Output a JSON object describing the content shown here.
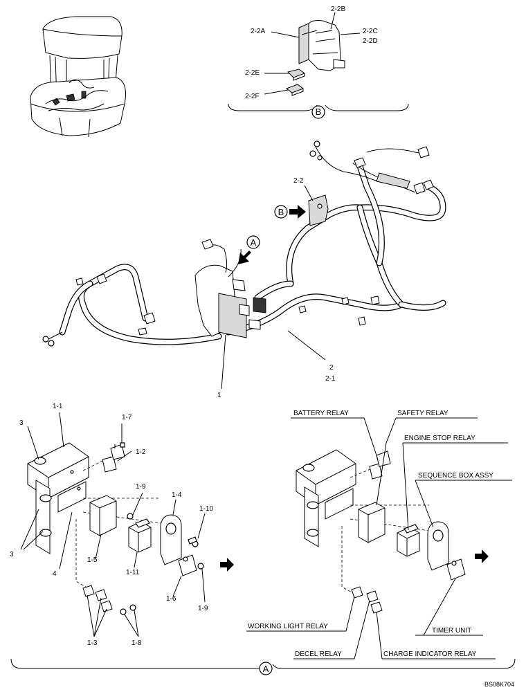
{
  "drawing_code": "BS08K704",
  "views": {
    "a": "A",
    "b": "B"
  },
  "callouts": {
    "c2_2": "2-2",
    "c2_2A": "2-2A",
    "c2_2B": "2-2B",
    "c2_2C": "2-2C",
    "c2_2D": "2-2D",
    "c2_2E": "2-2E",
    "c2_2F": "2-2F",
    "c2": "2",
    "c2_1": "2-1",
    "c1": "1",
    "c1_1": "1-1",
    "c1_2": "1-2",
    "c1_3": "1-3",
    "c1_4": "1-4",
    "c1_5": "1-5",
    "c1_6": "1-6",
    "c1_7": "1-7",
    "c1_8": "1-8",
    "c1_9a": "1-9",
    "c1_9b": "1-9",
    "c1_10": "1-10",
    "c1_11": "1-11",
    "c3a": "3",
    "c3b": "3",
    "c4": "4"
  },
  "relay_labels": {
    "battery": "BATTERY RELAY",
    "safety": "SAFETY RELAY",
    "engine_stop": "ENGINE STOP RELAY",
    "sequence_box": "SEQUENCE BOX ASSY",
    "timer": "TIMER UNIT",
    "working_light": "WORKING LIGHT RELAY",
    "decel": "DECEL RELAY",
    "charge_indicator": "CHARGE INDICATOR RELAY"
  }
}
